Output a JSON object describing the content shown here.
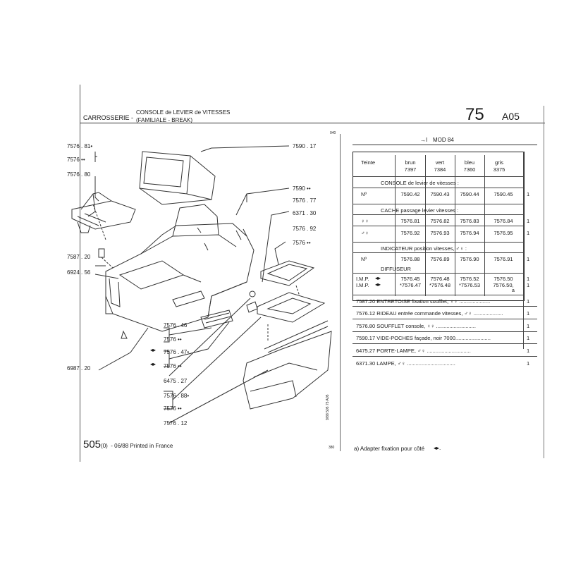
{
  "header": {
    "section": "CARROSSERIE -",
    "title_line1": "CONSOLE de LEVIER de VITESSES",
    "title_line2": "(FAMILIALE - BREAK)",
    "page_number": "75",
    "page_code": "A05"
  },
  "footer": {
    "model_code": "505",
    "model_suffix": "(0)",
    "print_info": "- 06/88 Printed in France",
    "note": "a) Adapter fixation pour côté",
    "small_code": "380"
  },
  "margin_marks": {
    "top": "040",
    "vertical": "9/88 505 75 A05"
  },
  "callouts": [
    {
      "id": "c1",
      "text": "7576 . 81•"
    },
    {
      "id": "c2",
      "text": "7576  ••"
    },
    {
      "id": "c3",
      "text": "7576 . 80"
    },
    {
      "id": "c4",
      "text": "7590 . 17"
    },
    {
      "id": "c5",
      "text": "7590 ••"
    },
    {
      "id": "c6",
      "text": "7576 . 77"
    },
    {
      "id": "c7",
      "text": "6371 . 30"
    },
    {
      "id": "c8",
      "text": "7576 . 92"
    },
    {
      "id": "c9",
      "text": "7576  ••"
    },
    {
      "id": "c10",
      "text": "7587 . 20"
    },
    {
      "id": "c11",
      "text": "6924 . 56"
    },
    {
      "id": "c12",
      "text": "7576 . 46"
    },
    {
      "id": "c13",
      "text": "7576  ••"
    },
    {
      "id": "c14",
      "text": "7576 . 47•"
    },
    {
      "id": "c15",
      "text": "7576  ••"
    },
    {
      "id": "c16",
      "text": "6987 . 20"
    },
    {
      "id": "c17",
      "text": "6475 . 27"
    },
    {
      "id": "c18",
      "text": "7576 . 88•"
    },
    {
      "id": "c19",
      "text": "7576  ••"
    },
    {
      "id": "c20",
      "text": "7576 . 12"
    }
  ],
  "table": {
    "mod_header": "MOD 84",
    "teinte_label": "Teinte",
    "colors": [
      {
        "name": "brun",
        "code": "7397"
      },
      {
        "name": "vert",
        "code": "7384"
      },
      {
        "name": "bleu",
        "code": "7360"
      },
      {
        "name": "gris",
        "code": "3375"
      }
    ],
    "console_title": "CONSOLE de levier de vitesses :",
    "console_row": {
      "label": "Nº",
      "values": [
        "7590.42",
        "7590.43",
        "7590.44",
        "7590.45"
      ],
      "qty": "1"
    },
    "cache_title": "CACHE passage levier vitesses :",
    "cache_rows": [
      {
        "label": "♀♀",
        "values": [
          "7576.81",
          "7576.82",
          "7576.83",
          "7576.84"
        ],
        "qty": "1"
      },
      {
        "label": "♂♀",
        "values": [
          "7576.92",
          "7576.93",
          "7576.94",
          "7576.95"
        ],
        "qty": "1"
      }
    ],
    "indicateur_title": "INDICATEUR position vitesses, ♂♀ :",
    "indicateur_row": {
      "label": "Nº",
      "values": [
        "7576.88",
        "7576.89",
        "7576.90",
        "7576.91"
      ],
      "qty": "1"
    },
    "diffuseur_title": "DIFFUSEUR",
    "diffuseur_rows": [
      {
        "label": "I.M.P.",
        "values": [
          "7576.45",
          "7576.48",
          "7576.52",
          "7576.50"
        ],
        "qty": "1"
      },
      {
        "label": "I.M.P.",
        "values": [
          "*7576.47",
          "*7576.48",
          "*7576.53",
          "7576.50,"
        ],
        "qty": "1"
      }
    ],
    "diffuseur_a": "a",
    "parts_list": [
      {
        "text": "7587.20 ENTRETOISE fixation soufflet, ♀♀ .....................",
        "qty": "1"
      },
      {
        "text": "7576.12 RIDEAU entrée commande vitesses, ♂♀ ....................",
        "qty": "1"
      },
      {
        "text": "7576.80 SOUFFLET console, ♀♀ ...........................",
        "qty": "1"
      },
      {
        "text": "7590.17 VIDE-POCHES façade, noir 7000........................",
        "qty": "1"
      },
      {
        "text": "6475.27 PORTE-LAMPE, ♂♀ ..............................",
        "qty": "1"
      },
      {
        "text": "6371.30 LAMPE, ♂♀ .................................",
        "qty": "1"
      }
    ]
  }
}
